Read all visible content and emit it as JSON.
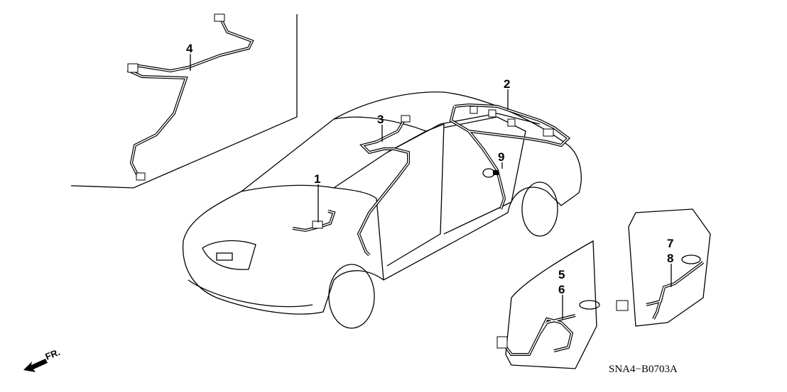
{
  "diagram": {
    "part_labels": [
      "1",
      "2",
      "3",
      "4",
      "5",
      "6",
      "7",
      "8",
      "9"
    ],
    "direction_label": "FR.",
    "diagram_code": "SNA4−B0703A"
  }
}
